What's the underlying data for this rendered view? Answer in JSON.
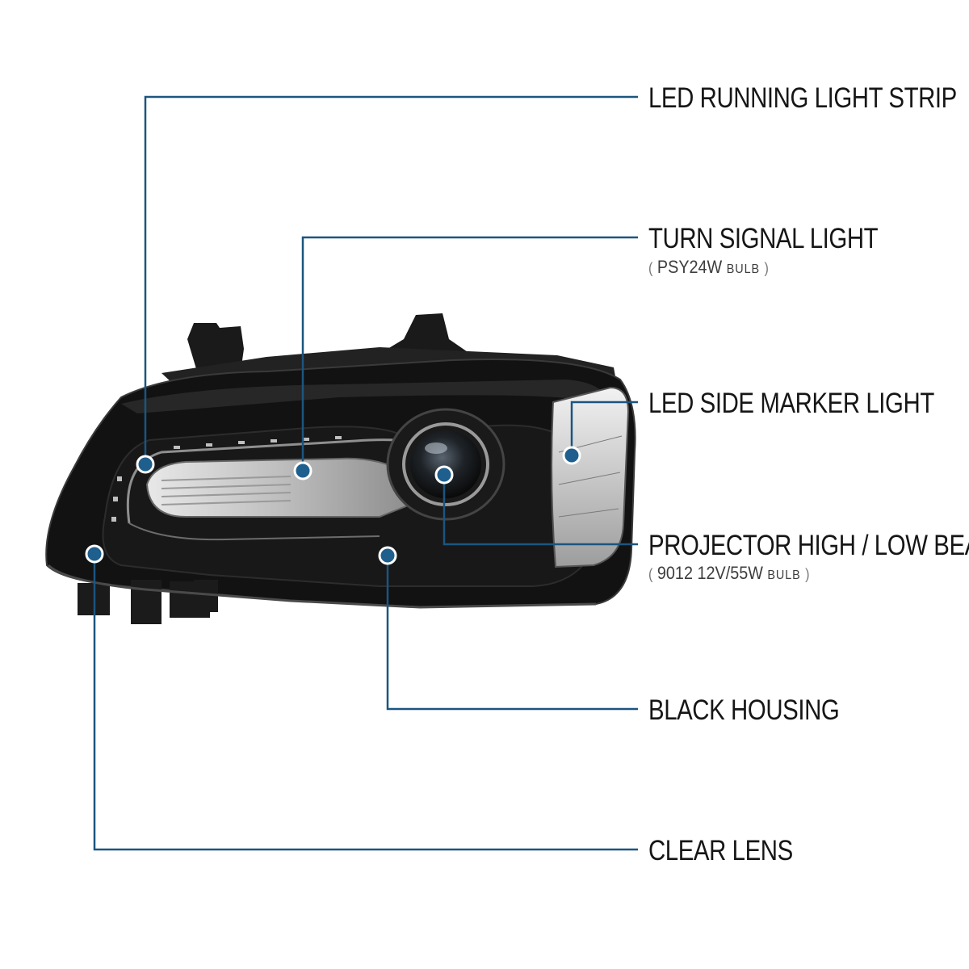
{
  "colors": {
    "callout": "#1b5580",
    "dot_fill": "#1f5f8e",
    "dot_ring": "#ffffff",
    "housing": "#141414",
    "label_text": "#161616",
    "sub_text": "#3d3d3d"
  },
  "callouts": [
    {
      "id": "led-running-light-strip",
      "label": "LED RUNNING LIGHT STRIP"
    },
    {
      "id": "turn-signal-light",
      "label": "TURN SIGNAL LIGHT",
      "sub": {
        "open": "(",
        "value": "PSY24W",
        "unit": "BULB",
        "close": ")"
      }
    },
    {
      "id": "led-side-marker-light",
      "label": "LED SIDE MARKER LIGHT"
    },
    {
      "id": "projector-high-low-beam",
      "label": "PROJECTOR HIGH / LOW BEAM",
      "sub": {
        "open": "(",
        "value": "9012  12V/55W",
        "unit": "BULB",
        "close": ")"
      }
    },
    {
      "id": "black-housing",
      "label": "BLACK HOUSING"
    },
    {
      "id": "clear-lens",
      "label": "CLEAR LENS"
    }
  ]
}
